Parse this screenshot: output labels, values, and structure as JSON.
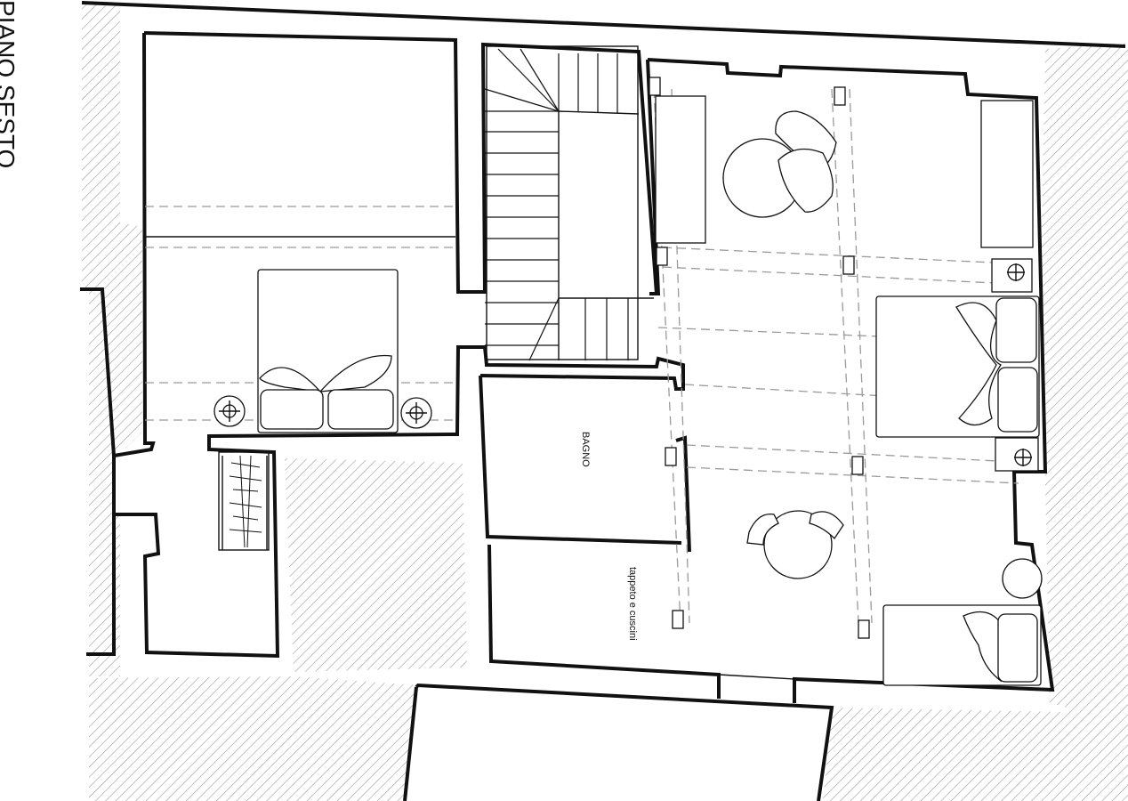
{
  "title": "PIANO SESTO",
  "rooms": {
    "bathroom": "BAGNO",
    "rug_note": "tappeto e cuscini"
  },
  "colors": {
    "line": "#111111",
    "hatch": "#9a9a9a",
    "background": "#ffffff"
  },
  "icons": {
    "lamp": "ceiling-lamp-icon"
  }
}
